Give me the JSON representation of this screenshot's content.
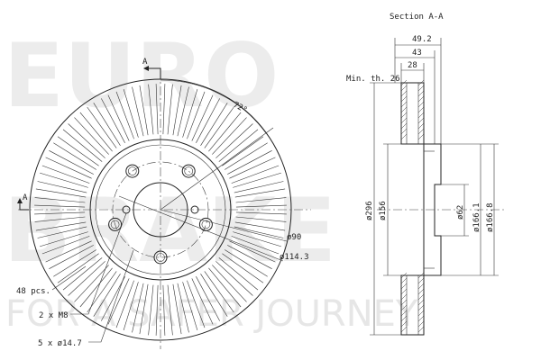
{
  "watermark": {
    "line1": "EURO",
    "line2": "BRAKE",
    "tagline": "FOR A SAFER JOURNEY"
  },
  "section_title": "Section A-A",
  "section_marker": "A",
  "angle_label": "72°",
  "front_view_labels": {
    "diameter_90": "ø90",
    "diameter_114_3": "ø114.3",
    "vent_count": "48 pcs.",
    "threads": "2 x M8",
    "bolt_holes": "5 x ø14.7"
  },
  "section_view_labels": {
    "width_49_2": "49.2",
    "width_43": "43",
    "width_28": "28",
    "min_thickness": "Min. th. 26",
    "diameter_296": "ø296",
    "diameter_156": "ø156",
    "diameter_62": "ø62",
    "diameter_166_1": "ø166.1",
    "diameter_166_8": "ø166.8"
  }
}
